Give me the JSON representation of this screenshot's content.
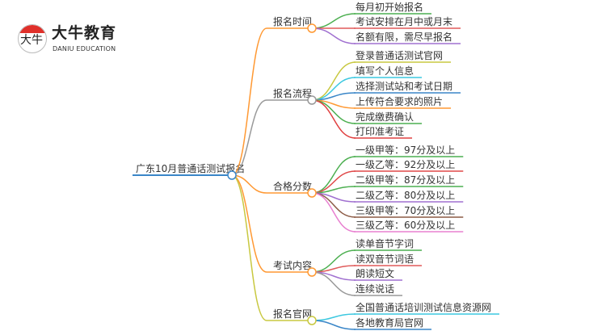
{
  "logo": {
    "glyph": "大牛",
    "name": "大牛教育",
    "subtitle": "DANIU EDUCATION"
  },
  "root": {
    "label": "广东10月普通话测试报名",
    "color": "#3a86c8"
  },
  "branches": [
    {
      "label": "报名时间",
      "color": "#ff9933",
      "leaves": [
        {
          "label": "每月初开始报名",
          "color": "#4caf50"
        },
        {
          "label": "考试安排在月中或月末",
          "color": "#e05a5a"
        },
        {
          "label": "名额有限，需尽早报名",
          "color": "#a070d0"
        }
      ]
    },
    {
      "label": "报名流程",
      "color": "#999999",
      "leaves": [
        {
          "label": "登录普通话测试官网",
          "color": "#c8c840"
        },
        {
          "label": "填写个人信息",
          "color": "#3cc8e0"
        },
        {
          "label": "选择测试站和考试日期",
          "color": "#3a86c8"
        },
        {
          "label": "上传符合要求的照片",
          "color": "#ff9933"
        },
        {
          "label": "完成缴费确认",
          "color": "#4caf50"
        },
        {
          "label": "打印准考证",
          "color": "#e04040"
        }
      ]
    },
    {
      "label": "合格分数",
      "color": "#ff9933",
      "leaves": [
        {
          "label": "一级甲等：97分及以上",
          "color": "#4caf50"
        },
        {
          "label": "一级乙等：92分及以上",
          "color": "#e04848"
        },
        {
          "label": "二级甲等：87分及以上",
          "color": "#4caf50"
        },
        {
          "label": "二级乙等：80分及以上",
          "color": "#a070d0"
        },
        {
          "label": "三级甲等：70分及以上",
          "color": "#8b5a44"
        },
        {
          "label": "三级乙等：60分及以上",
          "color": "#e880d0"
        }
      ]
    },
    {
      "label": "考试内容",
      "color": "#ff9933",
      "leaves": [
        {
          "label": "读单音节字词",
          "color": "#4caf50"
        },
        {
          "label": "读双音节词语",
          "color": "#e05a5a"
        },
        {
          "label": "朗读短文",
          "color": "#a070d0"
        },
        {
          "label": "连续说话",
          "color": "#999999"
        }
      ]
    },
    {
      "label": "报名官网",
      "color": "#c8c840",
      "leaves": [
        {
          "label": "全国普通话培训测试信息资源网",
          "color": "#3cc8e0"
        },
        {
          "label": "各地教育局官网",
          "color": "#3a86c8"
        }
      ]
    }
  ]
}
